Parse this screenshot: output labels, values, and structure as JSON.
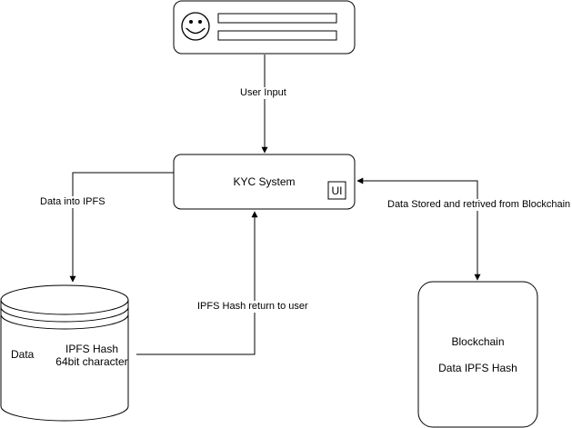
{
  "kyc_system": {
    "title": "KYC System",
    "ui_badge": "UI"
  },
  "storage": {
    "data_label": "Data",
    "hash_line1": "IPFS Hash",
    "hash_line2": "64bit character"
  },
  "blockchain": {
    "title": "Blockchain",
    "subtitle": "Data IPFS Hash"
  },
  "edges": {
    "user_input": "User Input",
    "data_into_ipfs": "Data into IPFS",
    "ipfs_hash_return": "IPFS Hash return to user",
    "blockchain_sync": "Data Stored and retrived from Blockchain"
  }
}
